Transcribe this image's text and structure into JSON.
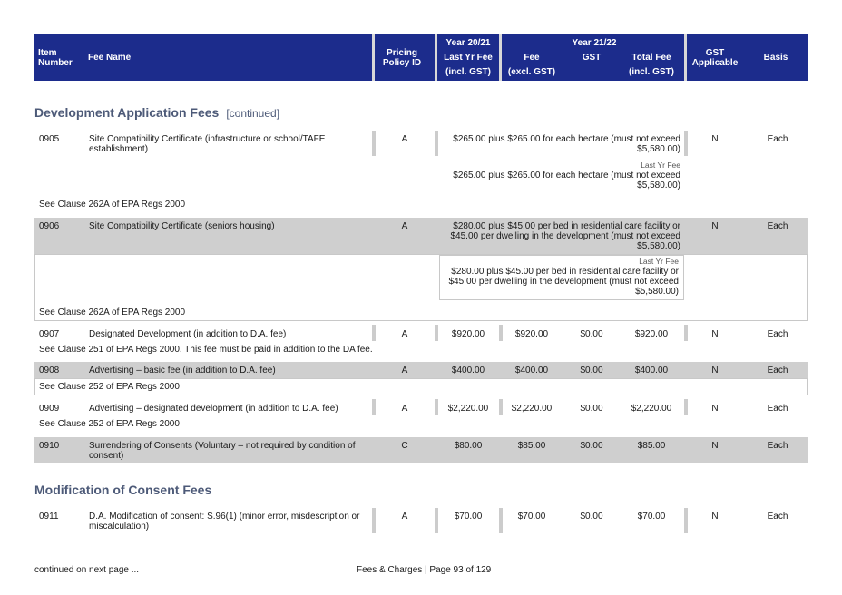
{
  "header": {
    "item_number": "Item Number",
    "fee_name": "Fee Name",
    "pricing_policy": "Pricing Policy ID",
    "year2021": "Year 20/21",
    "last_yr_fee": "Last Yr Fee",
    "incl_gst_1": "(incl. GST)",
    "year2122": "Year 21/22",
    "fee": "Fee",
    "excl_gst": "(excl. GST)",
    "gst": "GST",
    "total_fee": "Total Fee",
    "incl_gst_2": "(incl. GST)",
    "gst_applicable": "GST Applicable",
    "basis": "Basis"
  },
  "sections": {
    "dev_title": "Development Application Fees",
    "dev_continued": "[continued]",
    "mod_title": "Modification of Consent Fees"
  },
  "rows": {
    "r0905": {
      "item": "0905",
      "name": "Site Compatibility Certificate (infrastructure or school/TAFE establishment)",
      "policy": "A",
      "fee_text": "$265.00 plus $265.00 for each hectare (must not exceed $5,580.00)",
      "last_yr_label": "Last Yr Fee",
      "last_yr_text": "$265.00 plus $265.00 for each hectare (must not exceed $5,580.00)",
      "gst_app": "N",
      "basis": "Each",
      "note": "See Clause 262A of EPA Regs 2000"
    },
    "r0906": {
      "item": "0906",
      "name": "Site Compatibility Certificate (seniors housing)",
      "policy": "A",
      "fee_text": "$280.00 plus $45.00 per bed in residential care facility or $45.00 per dwelling in the development (must not exceed $5,580.00)",
      "last_yr_label": "Last Yr Fee",
      "last_yr_text": "$280.00 plus $45.00 per bed in residential care facility or $45.00 per dwelling in the development (must not exceed $5,580.00)",
      "gst_app": "N",
      "basis": "Each",
      "note": "See Clause 262A of EPA Regs 2000"
    },
    "r0907": {
      "item": "0907",
      "name": "Designated Development (in addition to D.A. fee)",
      "policy": "A",
      "last_yr": "$920.00",
      "fee": "$920.00",
      "gst": "$0.00",
      "total": "$920.00",
      "gst_app": "N",
      "basis": "Each",
      "note": "See Clause 251 of EPA Regs 2000. This fee must be paid in addition to the DA fee."
    },
    "r0908": {
      "item": "0908",
      "name": "Advertising – basic fee (in addition to D.A. fee)",
      "policy": "A",
      "last_yr": "$400.00",
      "fee": "$400.00",
      "gst": "$0.00",
      "total": "$400.00",
      "gst_app": "N",
      "basis": "Each",
      "note": "See Clause 252 of EPA Regs 2000"
    },
    "r0909": {
      "item": "0909",
      "name": "Advertising – designated development  (in addition to D.A. fee)",
      "policy": "A",
      "last_yr": "$2,220.00",
      "fee": "$2,220.00",
      "gst": "$0.00",
      "total": "$2,220.00",
      "gst_app": "N",
      "basis": "Each",
      "note": "See Clause 252 of EPA Regs 2000"
    },
    "r0910": {
      "item": "0910",
      "name": "Surrendering of Consents (Voluntary – not required by condition of consent)",
      "policy": "C",
      "last_yr": "$80.00",
      "fee": "$85.00",
      "gst": "$0.00",
      "total": "$85.00",
      "gst_app": "N",
      "basis": "Each"
    },
    "r0911": {
      "item": "0911",
      "name": "D.A. Modification of consent: S.96(1) (minor error, misdescription or miscalculation)",
      "policy": "A",
      "last_yr": "$70.00",
      "fee": "$70.00",
      "gst": "$0.00",
      "total": "$70.00",
      "gst_app": "N",
      "basis": "Each"
    }
  },
  "footer": {
    "continued": "continued on next page ...",
    "page": "Fees & Charges | Page 93 of 129"
  }
}
